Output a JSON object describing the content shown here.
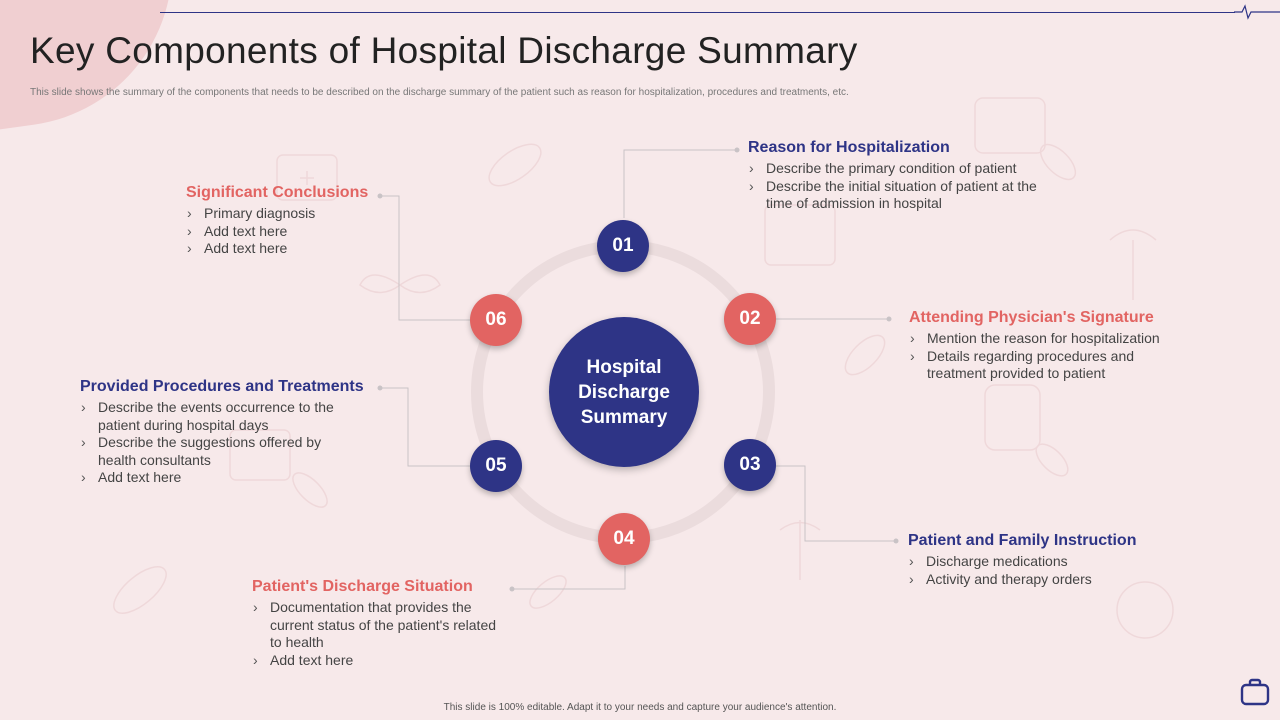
{
  "slide": {
    "title": "Key Components of Hospital Discharge Summary",
    "subtitle": "This slide shows the summary of the components that needs to be described on the discharge summary of the patient such as reason for hospitalization, procedures and treatments, etc.",
    "footer": "This slide is 100% editable. Adapt it to your needs and capture your audience's attention."
  },
  "center_label": "Hospital Discharge Summary",
  "steps": [
    {
      "number": "01",
      "title": "Reason for Hospitalization",
      "bullets": [
        "Describe the primary condition of patient",
        "Describe the initial situation of patient at the time of admission in hospital"
      ]
    },
    {
      "number": "02",
      "title": "Attending Physician's Signature",
      "bullets": [
        "Mention the reason for hospitalization",
        "Details regarding procedures and treatment provided to patient"
      ]
    },
    {
      "number": "03",
      "title": "Patient and Family Instruction",
      "bullets": [
        "Discharge medications",
        "Activity and therapy orders"
      ]
    },
    {
      "number": "04",
      "title": "Patient's Discharge Situation",
      "bullets": [
        "Documentation that provides the current status of the patient's related to health",
        "Add text here"
      ]
    },
    {
      "number": "05",
      "title": "Provided Procedures and Treatments",
      "bullets": [
        "Describe the events occurrence to the patient during hospital days",
        "Describe the suggestions offered by health consultants",
        "Add text here"
      ]
    },
    {
      "number": "06",
      "title": "Significant Conclusions",
      "bullets": [
        "Primary diagnosis",
        "Add text here",
        "Add text here"
      ]
    }
  ],
  "colors": {
    "navy": "#2e3486",
    "coral": "#e26462",
    "background": "#f7e9ea"
  },
  "icons": [
    "pulse-icon",
    "briefcase-icon"
  ]
}
